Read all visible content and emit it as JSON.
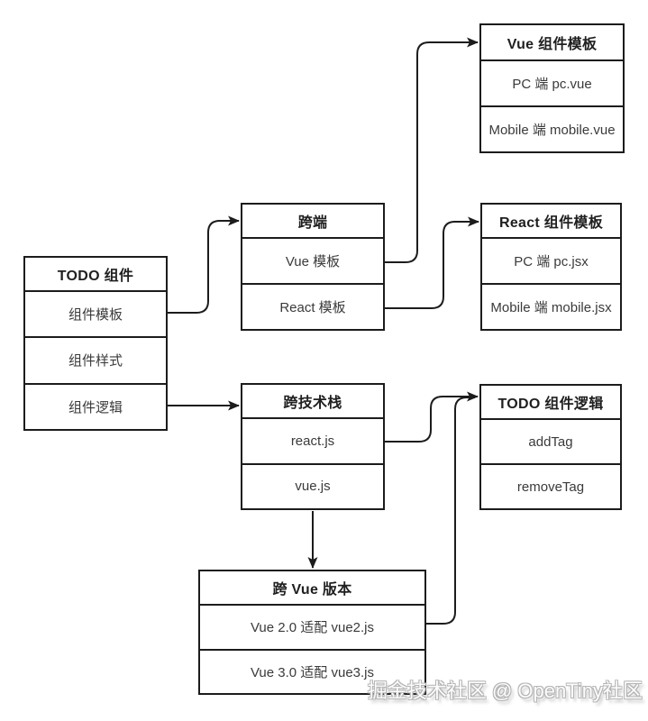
{
  "diagram": {
    "stroke_color": "#1c1c1c",
    "background_color": "#ffffff",
    "nodes": [
      {
        "id": "todo-component",
        "title": "TODO 组件",
        "rows": [
          "组件模板",
          "组件样式",
          "组件逻辑"
        ]
      },
      {
        "id": "cross-end",
        "title": "跨端",
        "rows": [
          "Vue 模板",
          "React 模板"
        ]
      },
      {
        "id": "vue-component-template",
        "title": "Vue 组件模板",
        "rows": [
          "PC 端 pc.vue",
          "Mobile 端 mobile.vue"
        ]
      },
      {
        "id": "react-component-template",
        "title": "React 组件模板",
        "rows": [
          "PC 端 pc.jsx",
          "Mobile 端 mobile.jsx"
        ]
      },
      {
        "id": "cross-tech-stack",
        "title": "跨技术栈",
        "rows": [
          "react.js",
          "vue.js"
        ]
      },
      {
        "id": "todo-component-logic",
        "title": "TODO 组件逻辑",
        "rows": [
          "addTag",
          "removeTag"
        ]
      },
      {
        "id": "cross-vue-version",
        "title": "跨 Vue 版本",
        "rows": [
          "Vue 2.0 适配 vue2.js",
          "Vue 3.0 适配 vue3.js"
        ]
      }
    ],
    "edges": [
      {
        "from": "todo-component:组件模板",
        "to": "cross-end"
      },
      {
        "from": "cross-end:Vue 模板",
        "to": "vue-component-template"
      },
      {
        "from": "cross-end:React 模板",
        "to": "react-component-template"
      },
      {
        "from": "todo-component:组件逻辑",
        "to": "cross-tech-stack"
      },
      {
        "from": "cross-tech-stack:react.js",
        "to": "todo-component-logic"
      },
      {
        "from": "cross-tech-stack",
        "to": "cross-vue-version"
      },
      {
        "from": "cross-vue-version:Vue 2.0 适配 vue2.js",
        "to": "todo-component-logic"
      }
    ]
  },
  "watermark": {
    "text": "掘金技术社区 @ OpenTiny社区"
  }
}
